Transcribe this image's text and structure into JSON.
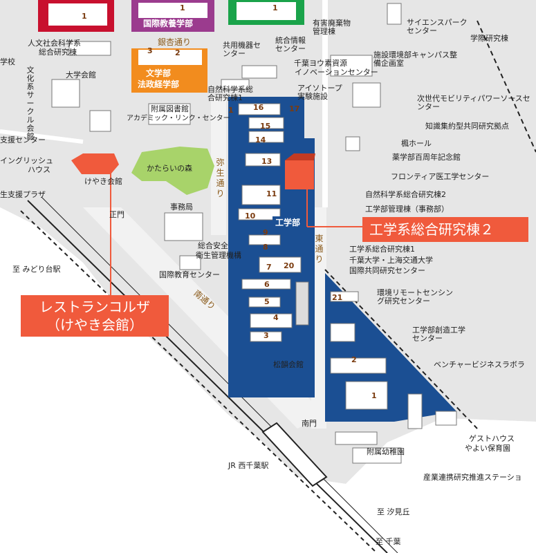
{
  "colors": {
    "engineering_area": "#1b4f93",
    "highlight": "#f05a3c",
    "faculty_orange": "#f28c1e",
    "faculty_purple": "#9b3b8e",
    "faculty_red": "#c8102e",
    "faculty_green": "#1aa34a",
    "forest": "#a8d36a",
    "road_label": "#8a5a1a"
  },
  "callouts": {
    "engineering_bldg2": "工学系総合研究棟２",
    "restaurant_line1": "レストランコルザ",
    "restaurant_line2": "（けやき会館）"
  },
  "faculties": {
    "intl": "国際教養学部",
    "letters": "文学部",
    "law_econ": "法政経学部",
    "engineering": "工学部"
  },
  "roads": {
    "ginkgo": "銀杏通り",
    "yayoi": "弥生通り",
    "east": "東通り",
    "south": "南通り"
  },
  "gates": {
    "main": "正門",
    "south": "南門"
  },
  "stations": {
    "midoridai": "至 みどり台駅",
    "jr": "JR 西千葉駅",
    "shiomi": "至 汐見丘",
    "chiba": "至 千葉"
  },
  "labels_left": {
    "gakko": "学校",
    "humanities_line1": "人文社会科学系",
    "humanities_line2": "総合研究棟",
    "circle": "文化系サークル会館",
    "daigaku_kaikan": "大学会館",
    "support_center": "支援センター",
    "english_house_line1": "イングリッシュ",
    "english_house_line2": "ハウス",
    "keyaki": "けやき会館",
    "support_plaza": "生支援プラザ",
    "library": "附属図書館",
    "academic_link": "アカデミック・リンク・センター",
    "forest": "かたらいの森",
    "admin": "事務局",
    "safety_line1": "総合安全",
    "safety_line2": "衛生管理機構",
    "edu_center": "国際教育センター",
    "shoin": "松韻会館",
    "kindergarten": "附属幼稚園"
  },
  "labels_right": {
    "waste": "有害廃棄物管理棟",
    "general_equipment": "共用機器センター",
    "info_center": "統合情報センター",
    "yotsuba": "千葉ヨウ素資源",
    "innovation": "イノベーションセンター",
    "natsci": "自然科学系総合研究棟1",
    "isotope": "アイソトープ実験施設",
    "science_park": "サイエンスパークセンター",
    "intl_research": "学際研究棟",
    "facilities": "施設環境部キャンパス整備企画室",
    "next_gen": "次世代モビリティパワーソースセンター",
    "knowledge": "知識集約型共同研究拠点",
    "kaede": "楓ホール",
    "pharm": "薬学部百周年記念館",
    "frontier": "フロンティア医工学センター",
    "natsci2": "自然科学系総合研究棟2",
    "eng_admin": "工学部管理棟（事務部）",
    "eng_bldg1": "工学系総合研究棟1",
    "sjtu_line1": "千葉大学・上海交通大学",
    "sjtu_line2": "国際共同研究センター",
    "remote_sensing": "環境リモートセンシング研究センター",
    "creative": "工学部創造工学センター",
    "venture": "ベンチャービジネスラボラ",
    "guesthouse": "ゲストハウス",
    "yayoi_nursery": "やよい保育園",
    "industry": "産業連携研究推進ステーショ"
  },
  "building_numbers": {
    "b17": "17",
    "b16": "16",
    "b15": "15",
    "b14": "14",
    "b13": "13",
    "b11": "11",
    "b10": "10",
    "b9": "9",
    "b8": "8",
    "b7": "7",
    "b20": "20",
    "b6": "6",
    "b5": "5",
    "b4": "4",
    "b3": "3",
    "b21": "21",
    "b2": "2",
    "b1": "1",
    "top1a": "1",
    "top1b": "1",
    "top1c": "1",
    "l3": "3",
    "l2": "2",
    "nat1": "1"
  }
}
